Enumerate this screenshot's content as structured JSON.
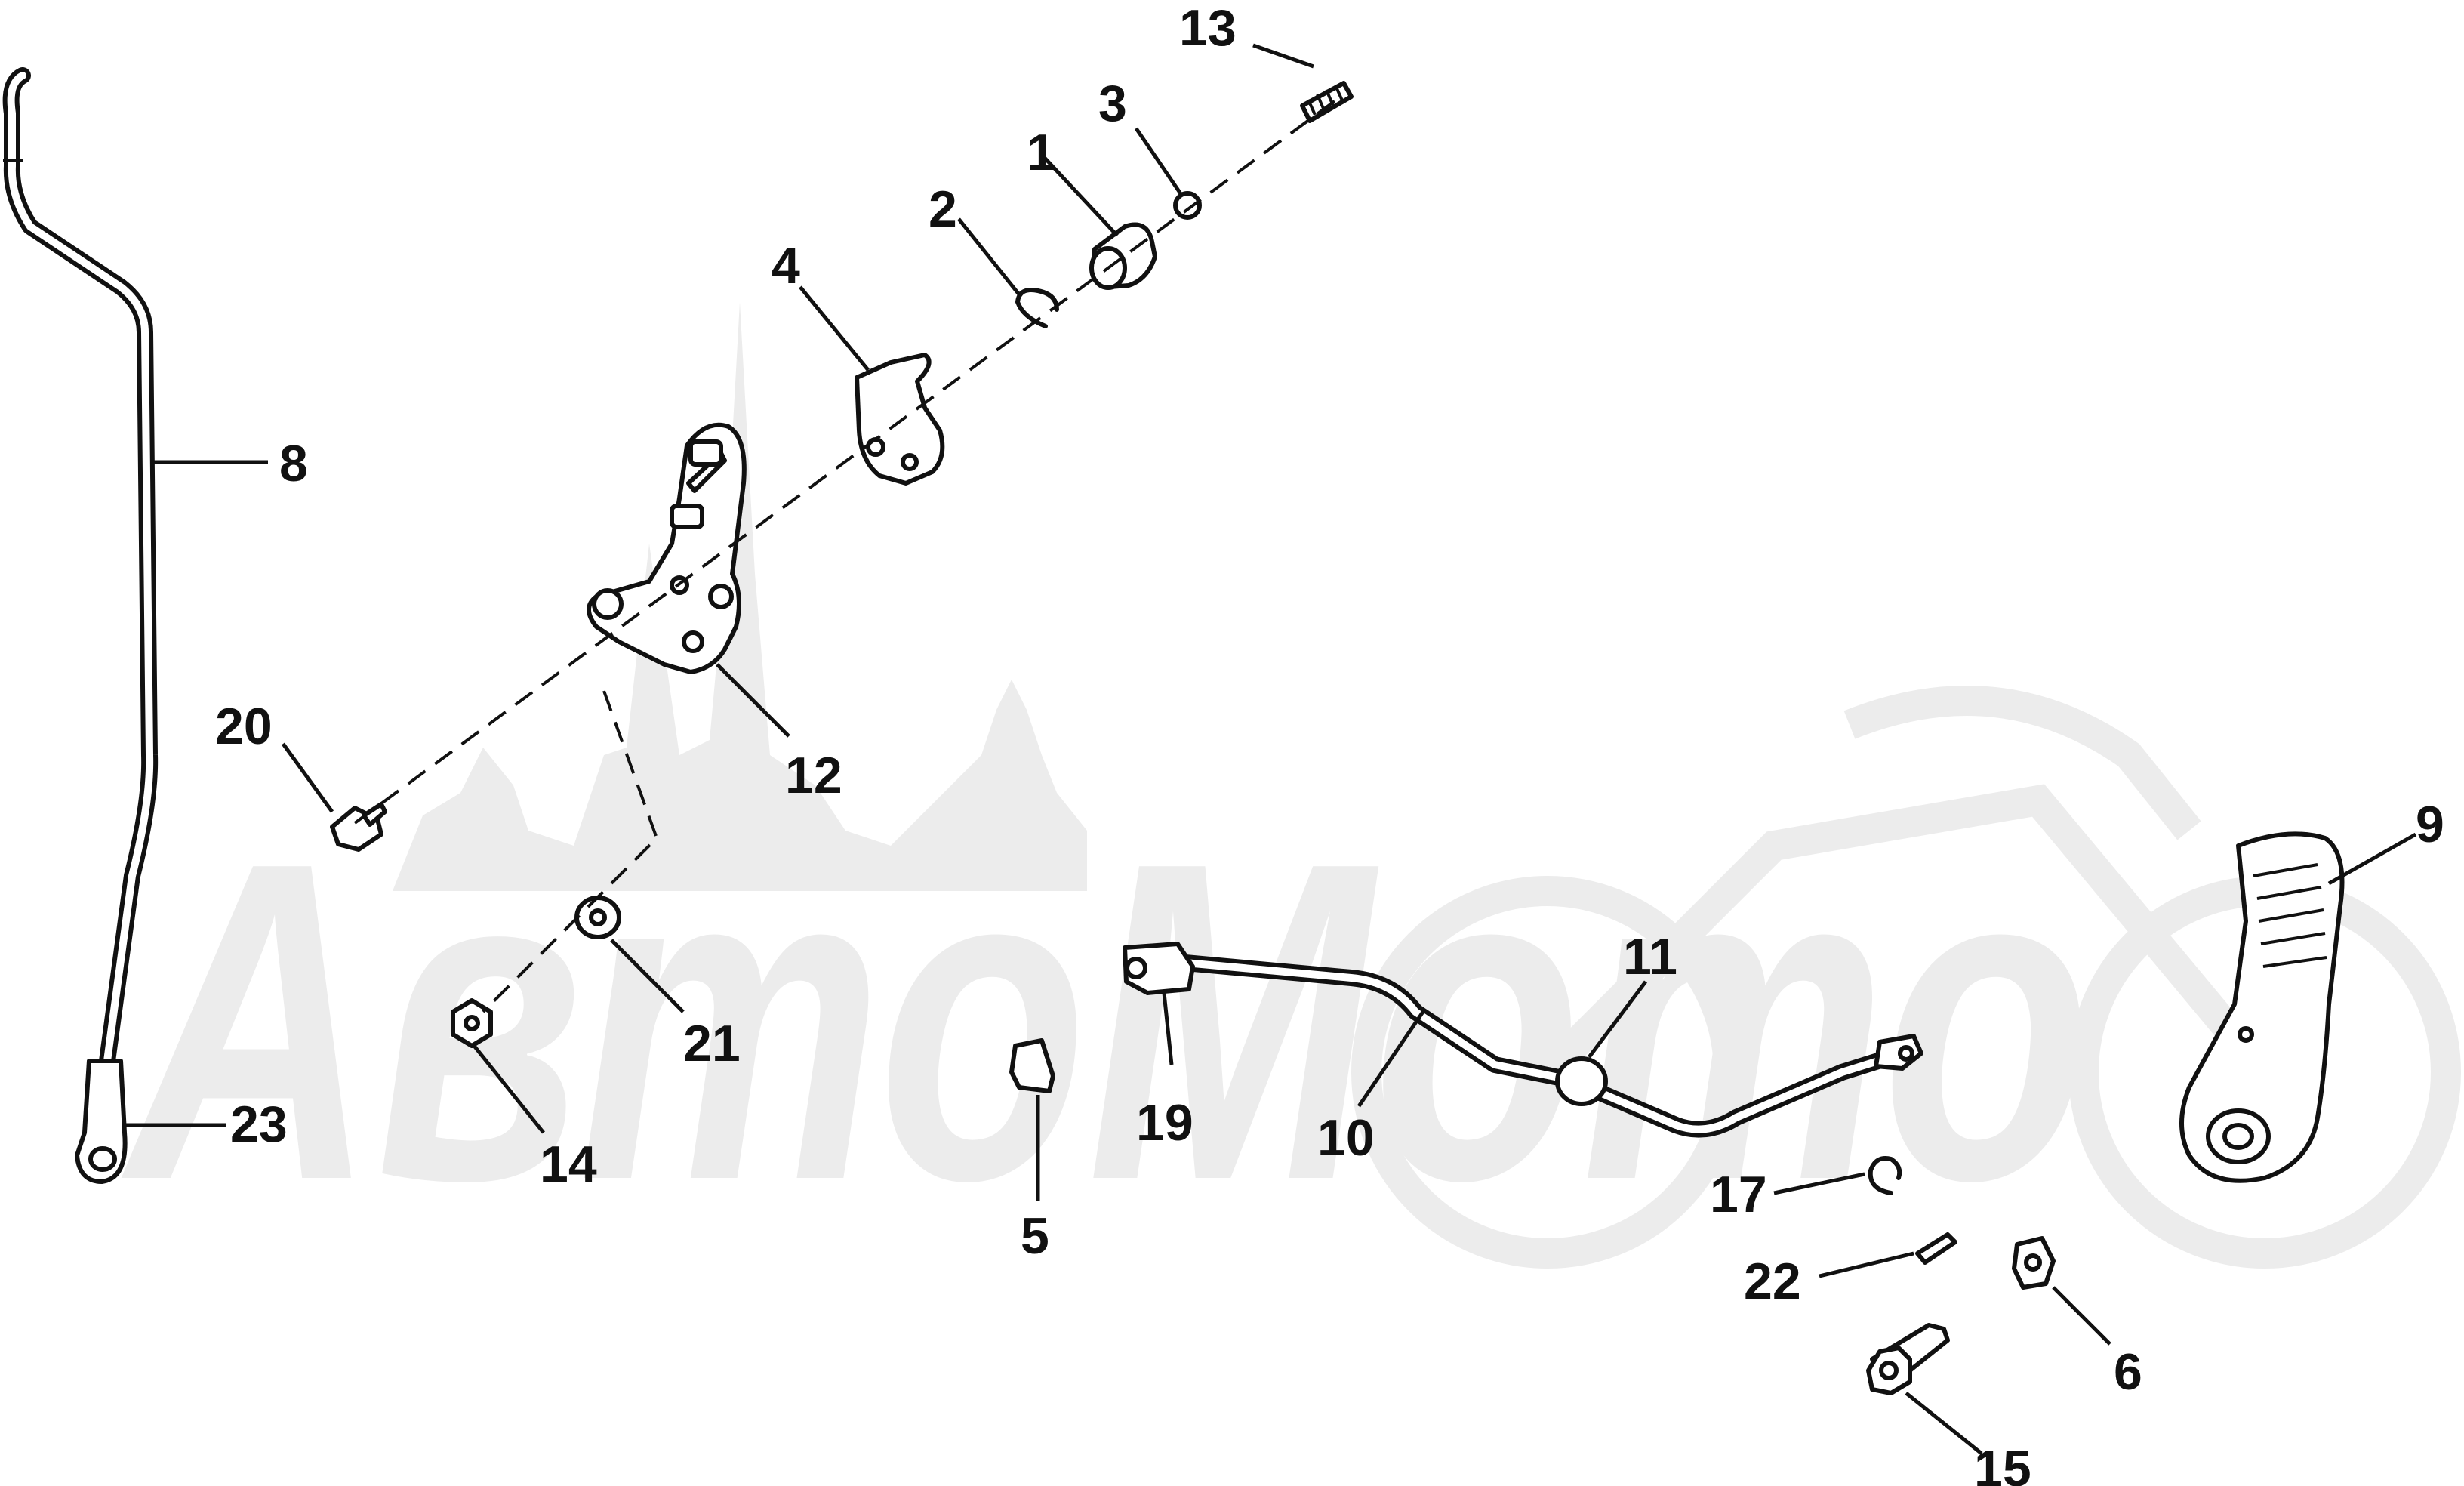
{
  "watermark": {
    "text": "АвтоМото",
    "color": "#ececec"
  },
  "callouts": [
    {
      "number": "1"
    },
    {
      "number": "2"
    },
    {
      "number": "3"
    },
    {
      "number": "4"
    },
    {
      "number": "5"
    },
    {
      "number": "6"
    },
    {
      "number": "8"
    },
    {
      "number": "9"
    },
    {
      "number": "10"
    },
    {
      "number": "11"
    },
    {
      "number": "12"
    },
    {
      "number": "13"
    },
    {
      "number": "14"
    },
    {
      "number": "15"
    },
    {
      "number": "17"
    },
    {
      "number": "19"
    },
    {
      "number": "20"
    },
    {
      "number": "21"
    },
    {
      "number": "22"
    },
    {
      "number": "23"
    }
  ],
  "colors": {
    "line": "#111111",
    "background": "#ffffff"
  }
}
